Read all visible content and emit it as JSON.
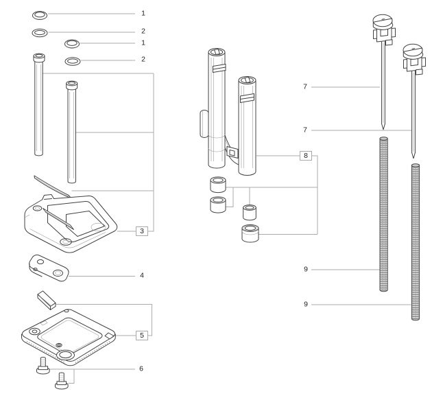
{
  "diagram": {
    "kind": "exploded-parts-diagram",
    "colors": {
      "background": "#ffffff",
      "part_outline": "#404040",
      "leader_line": "#ababab",
      "label_text": "#1c1c1c",
      "label_box_border": "#a9a9a9",
      "thread_fill": "#d9d9d9"
    },
    "callouts": [
      {
        "label": "1",
        "boxed": false
      },
      {
        "label": "2",
        "boxed": false
      },
      {
        "label": "1",
        "boxed": false
      },
      {
        "label": "2",
        "boxed": false
      },
      {
        "label": "3",
        "boxed": true
      },
      {
        "label": "4",
        "boxed": false
      },
      {
        "label": "5",
        "boxed": true
      },
      {
        "label": "6",
        "boxed": false
      },
      {
        "label": "7",
        "boxed": false
      },
      {
        "label": "7",
        "boxed": false
      },
      {
        "label": "8",
        "boxed": true
      },
      {
        "label": "9",
        "boxed": false
      },
      {
        "label": "9",
        "boxed": false
      }
    ]
  }
}
